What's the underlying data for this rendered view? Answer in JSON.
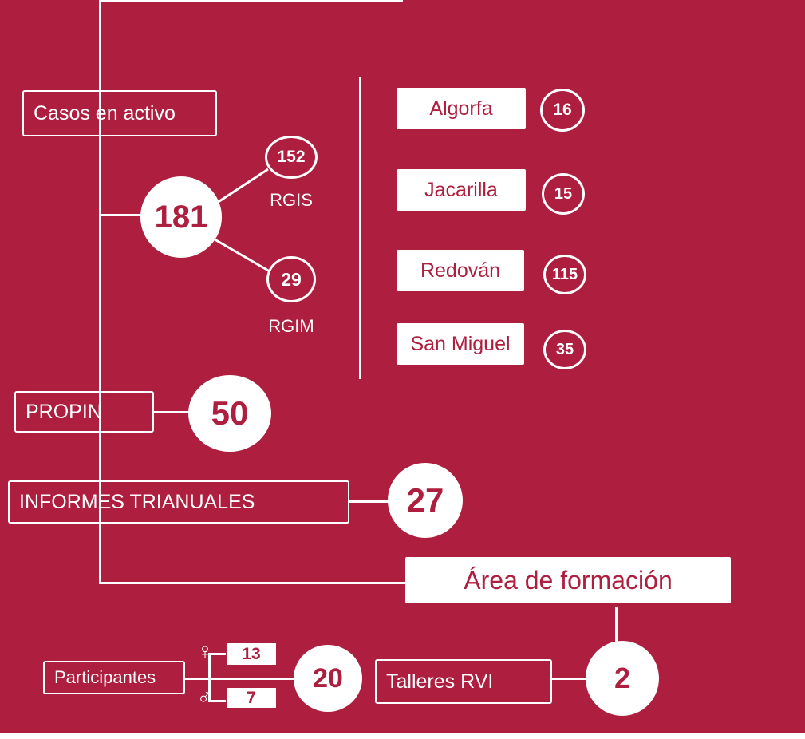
{
  "casos": {
    "label": "Casos en activo",
    "total": "181",
    "rgis": {
      "value": "152",
      "label": "RGIS"
    },
    "rgim": {
      "value": "29",
      "label": "RGIM"
    },
    "municipios": [
      {
        "name": "Algorfa",
        "value": "16"
      },
      {
        "name": "Jacarilla",
        "value": "15"
      },
      {
        "name": "Redován",
        "value": "115"
      },
      {
        "name": "San Miguel",
        "value": "35"
      }
    ]
  },
  "propin": {
    "label": "PROPIN",
    "value": "50"
  },
  "informes": {
    "label": "INFORMES TRIANUALES",
    "value": "27"
  },
  "formacion": {
    "label": "Área de formación",
    "talleres": {
      "label": "Talleres RVI",
      "value": "2"
    },
    "participantes": {
      "label": "Participantes",
      "total": "20",
      "female_symbol": "♀",
      "female": "13",
      "male_symbol": "♂",
      "male": "7"
    }
  },
  "colors": {
    "background": "#ad1e3f",
    "foreground": "#ffffff"
  }
}
